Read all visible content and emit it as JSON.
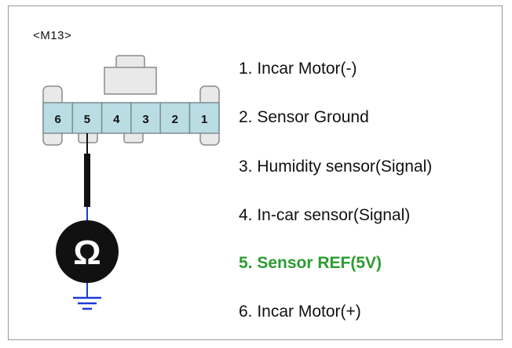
{
  "connector": {
    "id": "<M13>",
    "pins": [
      {
        "number": "6"
      },
      {
        "number": "5"
      },
      {
        "number": "4"
      },
      {
        "number": "3"
      },
      {
        "number": "2"
      },
      {
        "number": "1"
      }
    ],
    "probe_pin": "5"
  },
  "meter": {
    "symbol": "Ω",
    "icon": "ohmmeter-icon",
    "ground_icon": "ground-icon"
  },
  "legend": [
    {
      "text": "1. Incar Motor(-)",
      "highlighted": false
    },
    {
      "text": "2. Sensor Ground",
      "highlighted": false
    },
    {
      "text": "3. Humidity sensor(Signal)",
      "highlighted": false
    },
    {
      "text": "4. In-car sensor(Signal)",
      "highlighted": false
    },
    {
      "text": "5. Sensor REF(5V)",
      "highlighted": true
    },
    {
      "text": "6. Incar Motor(+)",
      "highlighted": false
    }
  ],
  "colors": {
    "pin_fill": "#b9dde2",
    "housing_fill": "#e9e9e9",
    "highlight_text": "#2b9d2f",
    "ground": "#1a3bd6",
    "lead_wire": "#111111"
  }
}
